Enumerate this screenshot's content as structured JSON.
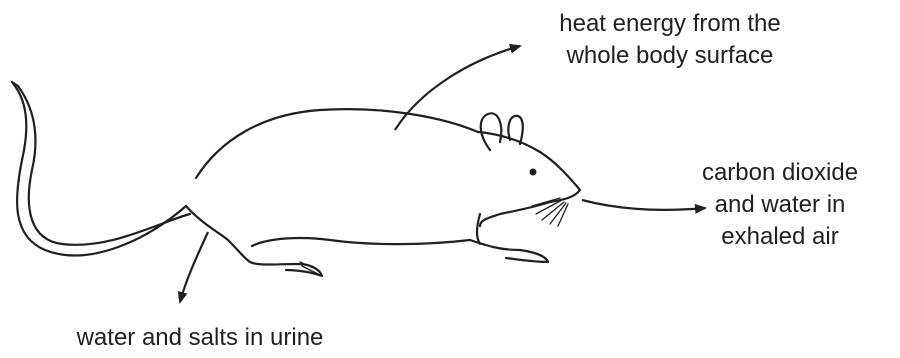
{
  "labels": {
    "heat": {
      "line1": "heat energy from the",
      "line2": "whole body surface"
    },
    "exhaled": {
      "line1": "carbon dioxide",
      "line2": "and water in",
      "line3": "exhaled air"
    },
    "urine": {
      "line1": "water and salts in urine"
    }
  },
  "colors": {
    "ink": "#231f20",
    "background": "#ffffff"
  }
}
